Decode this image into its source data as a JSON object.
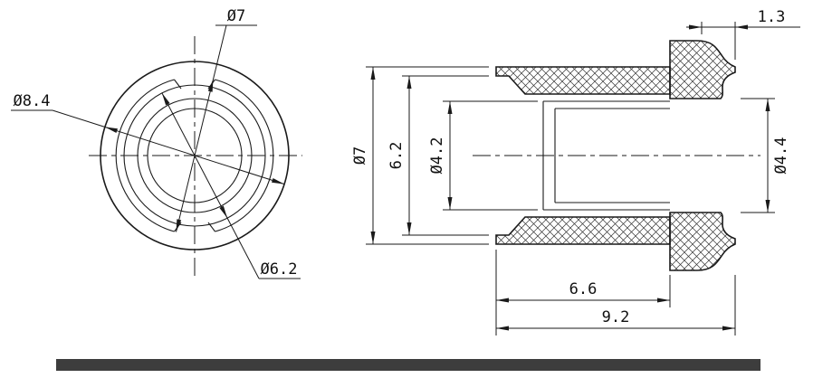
{
  "footer": {
    "bar_color": "#3d3d3d"
  },
  "drawing": {
    "front_view": {
      "dim_outer": "Ø8.4",
      "dim_mid": "Ø7",
      "dim_inner": "Ø6.2"
    },
    "section_view": {
      "dim_body_od": "Ø7",
      "dim_bore": "6.2",
      "dim_hole": "Ø4.2",
      "dim_tip_od": "Ø4.4",
      "dim_groove_width": "1.3",
      "dim_body_length": "6.6",
      "dim_overall_length": "9.2"
    }
  }
}
